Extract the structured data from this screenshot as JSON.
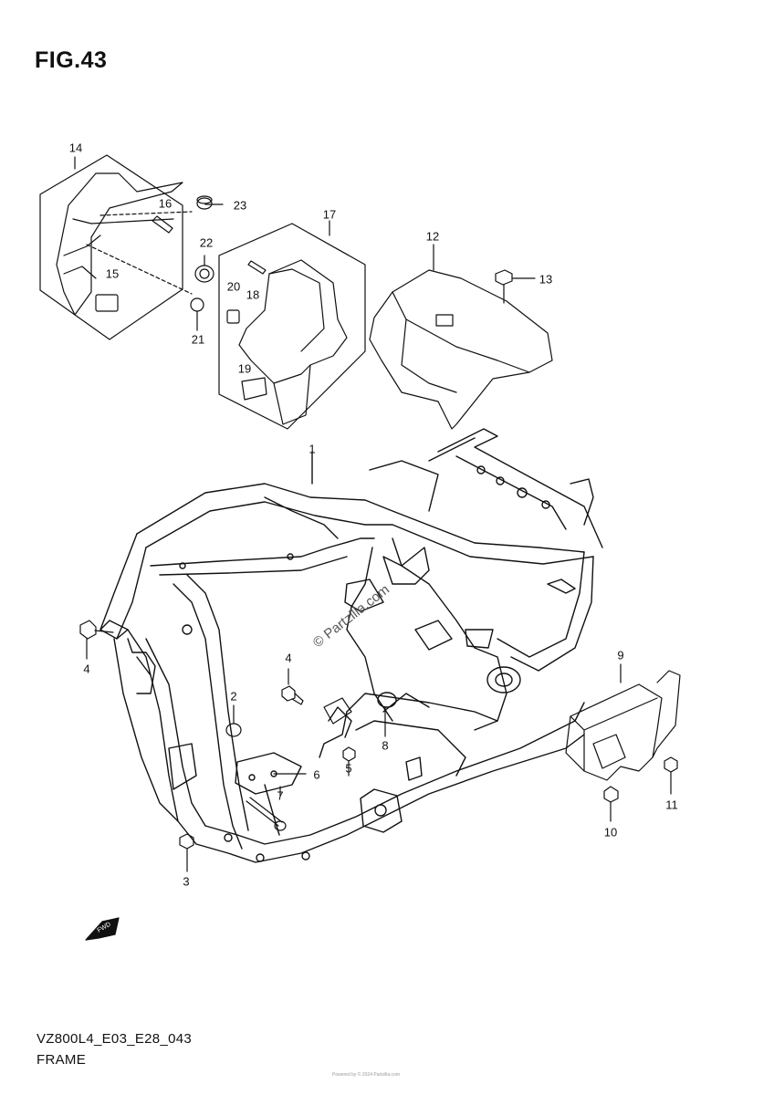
{
  "figure": {
    "title": "FIG.43",
    "model_code": "VZ800L4_E03_E28_043",
    "section_name": "FRAME",
    "watermark": "© Partzilla.com",
    "footer_text": "Powered by © 2024 Partzilla.com"
  },
  "callouts": {
    "c1": "1",
    "c2": "2",
    "c3": "3",
    "c4a": "4",
    "c4b": "4",
    "c5": "5",
    "c6": "6",
    "c7": "7",
    "c8": "8",
    "c9": "9",
    "c10": "10",
    "c11": "11",
    "c12": "12",
    "c13": "13",
    "c14": "14",
    "c15": "15",
    "c16": "16",
    "c17": "17",
    "c18": "18",
    "c19": "19",
    "c20": "20",
    "c21": "21",
    "c22": "22",
    "c23": "23"
  },
  "icons": {
    "front_arrow": "fwd-arrow-icon"
  },
  "colors": {
    "line": "#111111",
    "background": "#ffffff"
  }
}
